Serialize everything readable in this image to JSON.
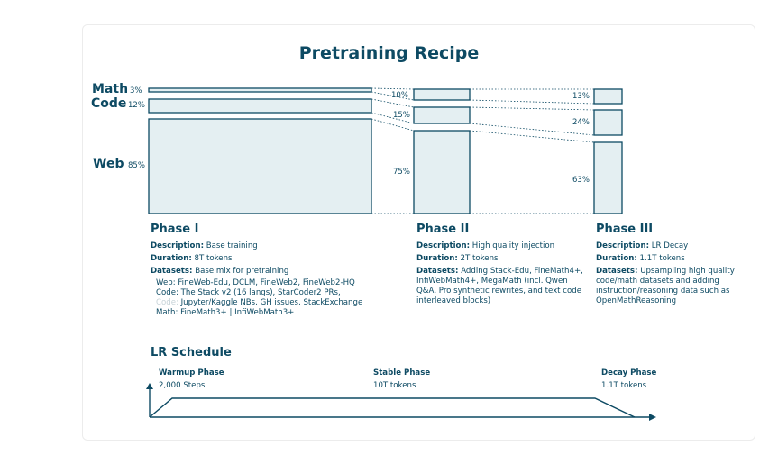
{
  "title": "Pretraining Recipe",
  "categories": [
    {
      "name": "Math",
      "pct": "3%"
    },
    {
      "name": "Code",
      "pct": "12%"
    },
    {
      "name": "Web",
      "pct": "85%"
    }
  ],
  "phase2_pcts": {
    "math": "10%",
    "code": "15%",
    "web": "75%"
  },
  "phase3_pcts": {
    "math": "13%",
    "code": "24%",
    "web": "63%"
  },
  "phases": [
    {
      "title": "Phase I",
      "description_label": "Description:",
      "description": "Base training",
      "duration_label": "Duration:",
      "duration": "8T tokens",
      "datasets_label": "Datasets:",
      "datasets": "Base mix for pretraining",
      "dataset_lines": [
        "Web: FineWeb-Edu, DCLM, FineWeb2, FineWeb2-HQ",
        "Code: The Stack v2 (16 langs), StarCoder2 PRs,",
        "Jupyter/Kaggle NBs, GH issues, StackExchange",
        "Math: FineMath3+ | InfiWebMath3+"
      ],
      "faded_prefix": "Code:"
    },
    {
      "title": "Phase II",
      "description_label": "Description:",
      "description": "High quality injection",
      "duration_label": "Duration:",
      "duration": "2T tokens",
      "datasets_label": "Datasets:",
      "datasets": "Adding Stack-Edu, FineMath4+, InfiWebMath4+, MegaMath (incl. Qwen Q&A, Pro synthetic rewrites, and text code interleaved blocks)"
    },
    {
      "title": "Phase III",
      "description_label": "Description:",
      "description": "LR Decay",
      "duration_label": "Duration:",
      "duration": "1.1T tokens",
      "datasets_label": "Datasets:",
      "datasets": "Upsampling high quality code/math datasets and adding instruction/reasoning data such as OpenMathReasoning"
    }
  ],
  "lr": {
    "title": "LR Schedule",
    "warmup": {
      "label": "Warmup Phase",
      "value": "2,000 Steps"
    },
    "stable": {
      "label": "Stable Phase",
      "value": "10T tokens"
    },
    "decay": {
      "label": "Decay Phase",
      "value": "1.1T tokens"
    }
  },
  "colors": {
    "ink": "#0d4a63",
    "fill": "#e4eff2",
    "card_border": "#ececec",
    "faded": "#c7d3d8"
  }
}
